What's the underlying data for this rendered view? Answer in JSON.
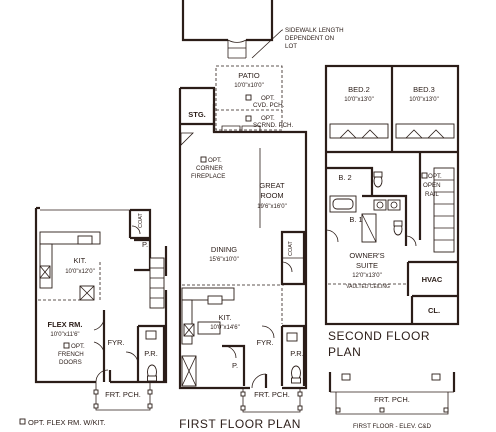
{
  "sidewalk_note": [
    "SIDEWALK LENGTH",
    "DEPENDENT ON",
    "LOT"
  ],
  "rooms": {
    "patio": {
      "name": "PATIO",
      "dim": "10'0\"x10'0\""
    },
    "opt_cvd_porch": [
      "OPT.",
      "CVD. PCH."
    ],
    "opt_screened_porch": [
      "OPT.",
      "SCRND. PCH."
    ],
    "storage": "STG.",
    "fireplace": [
      "OPT.",
      "CORNER",
      "FIREPLACE"
    ],
    "great_room": {
      "name": [
        "GREAT",
        "ROOM"
      ],
      "dim": "19'6\"x16'0\""
    },
    "dining": {
      "name": "DINING",
      "dim": "15'6\"x10'0\""
    },
    "kitchen_main": {
      "name": "KIT.",
      "dim": "10'0\"x14'6\""
    },
    "coat_main": "COAT",
    "foyer_main": "FYR.",
    "pr_main": "P.R.",
    "pantry_main": "P.",
    "front_porch_main": "FRT. PCH.",
    "kitchen_alt": {
      "name": "KIT.",
      "dim": "10'0\"x12'0\""
    },
    "coat_alt": "COAT",
    "pantry_alt": "P.",
    "flex_room": {
      "name": "FLEX RM.",
      "dim": "10'0\"x11'6\""
    },
    "french_doors": [
      "OPT.",
      "FRENCH",
      "DOORS"
    ],
    "foyer_alt": "FYR.",
    "pr_alt": "P.R.",
    "front_porch_alt": "FRT. PCH.",
    "bed2": {
      "name": "BED.2",
      "dim": "10'0\"x13'0\""
    },
    "bed3": {
      "name": "BED.3",
      "dim": "10'0\"x13'0\""
    },
    "bath2": "B. 2",
    "bath1": "B. 1",
    "open_rail": [
      "OPT.",
      "OPEN",
      "RAIL"
    ],
    "owners_suite": {
      "name": [
        "OWNER'S",
        "SUITE"
      ],
      "dim": "12'0\"x13'0\"",
      "note": "VAULTED CEILING"
    },
    "hvac": "HVAC",
    "closet": "CL.",
    "front_porch_elev": "FRT. PCH."
  },
  "captions": {
    "alt_plan": "OPT. FLEX RM. W/KIT.",
    "first_floor": "FIRST FLOOR PLAN",
    "second_floor": [
      "SECOND FLOOR",
      "PLAN"
    ],
    "elevation": "FIRST FLOOR - ELEV. C&D"
  }
}
